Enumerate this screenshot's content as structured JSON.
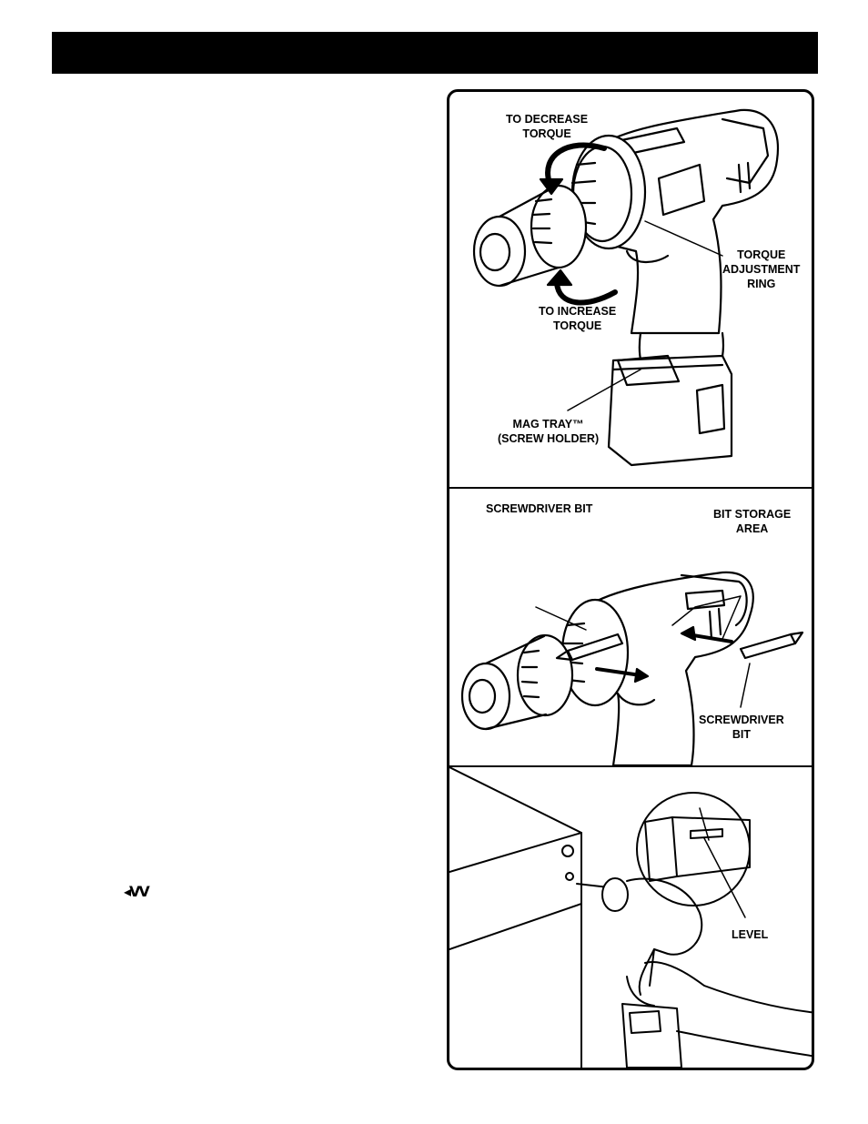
{
  "header": {
    "text": ""
  },
  "side_glyph": "◂VV",
  "panel_top": {
    "label_decrease": [
      "TO DECREASE",
      "TORQUE"
    ],
    "label_increase": [
      "TO INCREASE",
      "TORQUE"
    ],
    "label_ring": [
      "TORQUE",
      "ADJUSTMENT",
      "RING"
    ],
    "label_mag": [
      "MAG TRAY™",
      "(SCREW HOLDER)"
    ]
  },
  "panel_middle": {
    "label_bit_top": [
      "SCREWDRIVER BIT"
    ],
    "label_storage": [
      "BIT STORAGE",
      "AREA"
    ],
    "label_bit_right": [
      "SCREWDRIVER",
      "BIT"
    ]
  },
  "panel_bottom": {
    "label_level": [
      "LEVEL"
    ]
  }
}
